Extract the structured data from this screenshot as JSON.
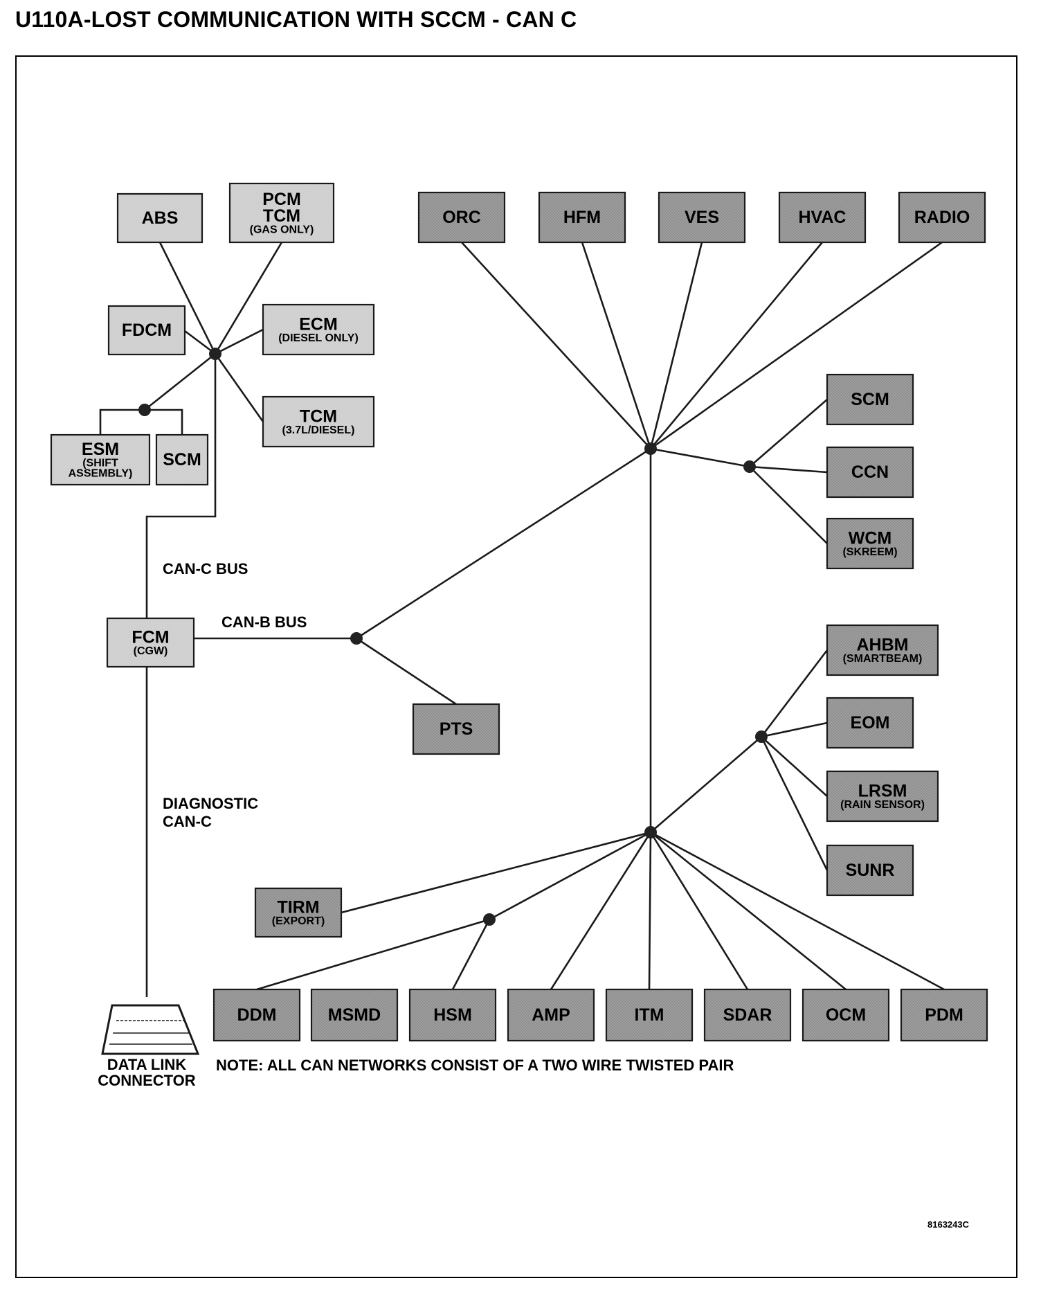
{
  "title": "U110A-LOST COMMUNICATION WITH SCCM - CAN C",
  "figure_id": "8163243C",
  "note": "NOTE: ALL CAN NETWORKS CONSIST OF A TWO WIRE TWISTED PAIR",
  "bus_labels": {
    "can_c": "CAN-C BUS",
    "can_b": "CAN-B BUS",
    "diag_1": "DIAGNOSTIC",
    "diag_2": "CAN-C"
  },
  "dlc": {
    "line1": "DATA LINK",
    "line2": "CONNECTOR"
  },
  "colors": {
    "can_c_module": "#d4d4d4",
    "can_b_module": "#a8a8a8",
    "wire": "#1a1a1a"
  },
  "modules": {
    "abs": {
      "lines": [
        "ABS"
      ],
      "bus": "CAN-C"
    },
    "pcm": {
      "lines": [
        "PCM",
        "TCM",
        "(GAS ONLY)"
      ],
      "bus": "CAN-C"
    },
    "fdcm": {
      "lines": [
        "FDCM"
      ],
      "bus": "CAN-C"
    },
    "ecm": {
      "lines": [
        "ECM",
        "(DIESEL ONLY)"
      ],
      "bus": "CAN-C"
    },
    "tcm": {
      "lines": [
        "TCM",
        "(3.7L/DIESEL)"
      ],
      "bus": "CAN-C"
    },
    "esm": {
      "lines": [
        "ESM",
        "(SHIFT",
        "ASSEMBLY)"
      ],
      "bus": "CAN-C"
    },
    "scm_c": {
      "lines": [
        "SCM"
      ],
      "bus": "CAN-C"
    },
    "fcm": {
      "lines": [
        "FCM",
        "(CGW)"
      ],
      "bus": "CAN-C"
    },
    "orc": {
      "lines": [
        "ORC"
      ],
      "bus": "CAN-B"
    },
    "hfm": {
      "lines": [
        "HFM"
      ],
      "bus": "CAN-B"
    },
    "ves": {
      "lines": [
        "VES"
      ],
      "bus": "CAN-B"
    },
    "hvac": {
      "lines": [
        "HVAC"
      ],
      "bus": "CAN-B"
    },
    "radio": {
      "lines": [
        "RADIO"
      ],
      "bus": "CAN-B"
    },
    "scm_b": {
      "lines": [
        "SCM"
      ],
      "bus": "CAN-B"
    },
    "ccn": {
      "lines": [
        "CCN"
      ],
      "bus": "CAN-B"
    },
    "wcm": {
      "lines": [
        "WCM",
        "(SKREEM)"
      ],
      "bus": "CAN-B"
    },
    "ahbm": {
      "lines": [
        "AHBM",
        "(SMARTBEAM)"
      ],
      "bus": "CAN-B"
    },
    "eom": {
      "lines": [
        "EOM"
      ],
      "bus": "CAN-B"
    },
    "lrsm": {
      "lines": [
        "LRSM",
        "(RAIN SENSOR)"
      ],
      "bus": "CAN-B"
    },
    "sunr": {
      "lines": [
        "SUNR"
      ],
      "bus": "CAN-B"
    },
    "pts": {
      "lines": [
        "PTS"
      ],
      "bus": "CAN-B"
    },
    "tirm": {
      "lines": [
        "TIRM",
        "(EXPORT)"
      ],
      "bus": "CAN-B"
    },
    "ddm": {
      "lines": [
        "DDM"
      ],
      "bus": "CAN-B"
    },
    "msmd": {
      "lines": [
        "MSMD"
      ],
      "bus": "CAN-B"
    },
    "hsm": {
      "lines": [
        "HSM"
      ],
      "bus": "CAN-B"
    },
    "amp": {
      "lines": [
        "AMP"
      ],
      "bus": "CAN-B"
    },
    "itm": {
      "lines": [
        "ITM"
      ],
      "bus": "CAN-B"
    },
    "sdar": {
      "lines": [
        "SDAR"
      ],
      "bus": "CAN-B"
    },
    "ocm": {
      "lines": [
        "OCM"
      ],
      "bus": "CAN-B"
    },
    "pdm": {
      "lines": [
        "PDM"
      ],
      "bus": "CAN-B"
    }
  },
  "connections": [
    [
      "abs",
      "sp_c1"
    ],
    [
      "pcm",
      "sp_c1"
    ],
    [
      "fdcm",
      "sp_c1"
    ],
    [
      "ecm",
      "sp_c1"
    ],
    [
      "tcm",
      "sp_c1"
    ],
    [
      "sp_c2",
      "sp_c1"
    ],
    [
      "esm",
      "sp_c2"
    ],
    [
      "scm_c",
      "sp_c2"
    ],
    [
      "sp_c1",
      "fcm"
    ],
    [
      "fcm",
      "dlc"
    ],
    [
      "fcm",
      "sp_b1"
    ],
    [
      "sp_b1",
      "pts"
    ],
    [
      "sp_b1",
      "sp_b2"
    ],
    [
      "orc",
      "sp_b2"
    ],
    [
      "hfm",
      "sp_b2"
    ],
    [
      "ves",
      "sp_b2"
    ],
    [
      "hvac",
      "sp_b2"
    ],
    [
      "radio",
      "sp_b2"
    ],
    [
      "sp_b2",
      "sp_b3"
    ],
    [
      "sp_b3",
      "scm_b"
    ],
    [
      "sp_b3",
      "ccn"
    ],
    [
      "sp_b3",
      "wcm"
    ],
    [
      "sp_b2",
      "sp_b4"
    ],
    [
      "sp_b4",
      "sp_b5"
    ],
    [
      "sp_b5",
      "ahbm"
    ],
    [
      "sp_b5",
      "eom"
    ],
    [
      "sp_b5",
      "lrsm"
    ],
    [
      "sp_b5",
      "sunr"
    ],
    [
      "sp_b4",
      "tirm"
    ],
    [
      "sp_b4",
      "sp_b6"
    ],
    [
      "sp_b6",
      "ddm"
    ],
    [
      "sp_b6",
      "hsm"
    ],
    [
      "sp_b4",
      "amp"
    ],
    [
      "sp_b4",
      "itm"
    ],
    [
      "sp_b4",
      "sdar"
    ],
    [
      "sp_b4",
      "ocm"
    ],
    [
      "sp_b4",
      "pdm"
    ]
  ]
}
